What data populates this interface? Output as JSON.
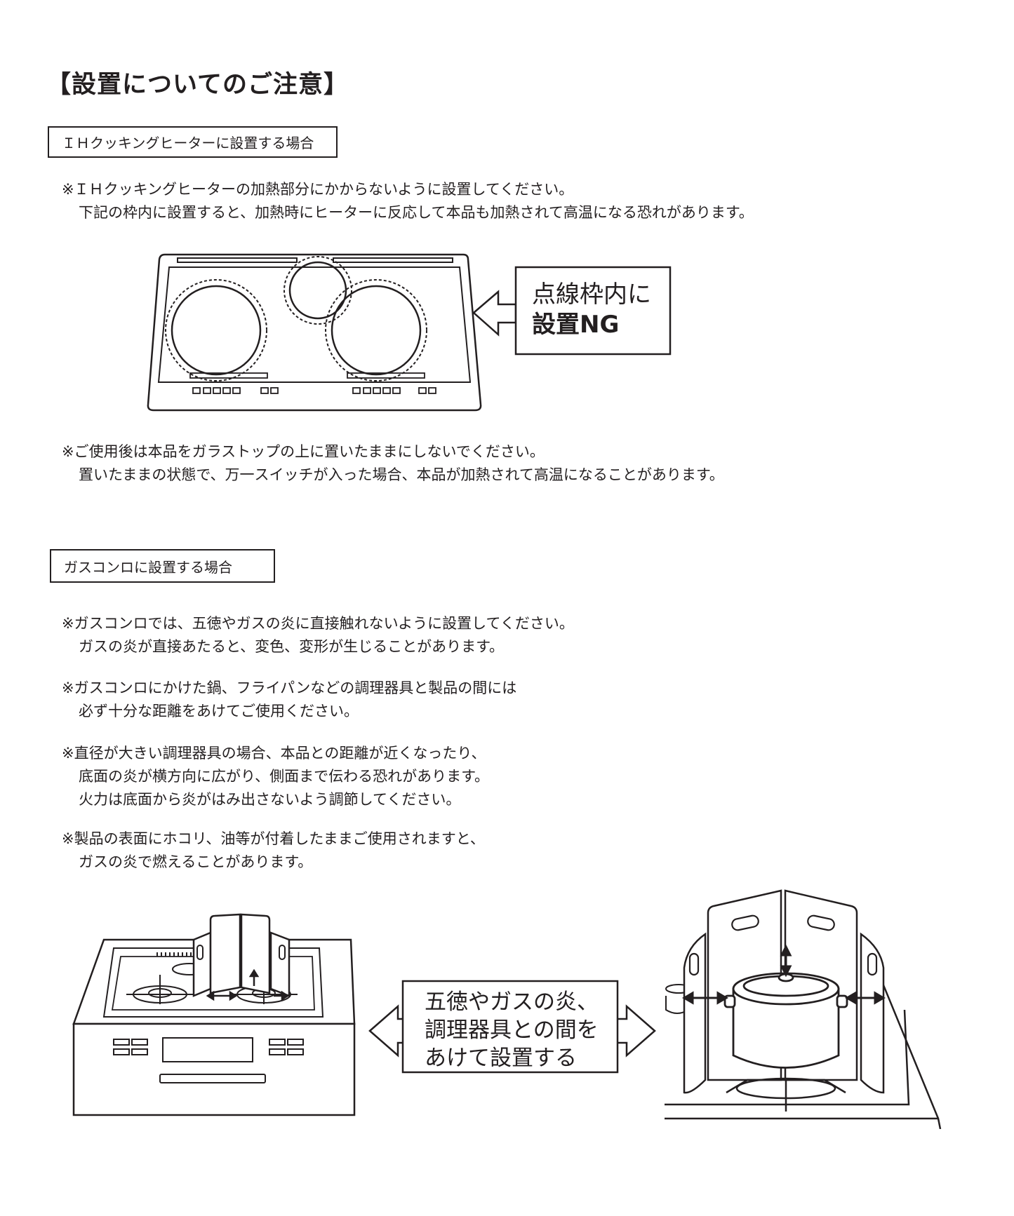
{
  "title": "【設置についてのご注意】",
  "ih_section": {
    "heading": "ＩＨクッキングヒーターに設置する場合",
    "note1": [
      "※ＩＨクッキングヒーターの加熱部分にかからないように設置してください。",
      "下記の枠内に設置すると、加熱時にヒーターに反応して本品も加熱されて高温になる恐れがあります。"
    ],
    "callout": [
      "点線枠内に",
      "設置NG"
    ],
    "note2": [
      "※ご使用後は本品をガラストップの上に置いたままにしないでください。",
      "置いたままの状態で、万一スイッチが入った場合、本品が加熱されて高温になることがあります。"
    ]
  },
  "gas_section": {
    "heading": "ガスコンロに設置する場合",
    "notes": [
      [
        "※ガスコンロでは、五徳やガスの炎に直接触れないように設置してください。",
        "ガスの炎が直接あたると、変色、変形が生じることがあります。"
      ],
      [
        "※ガスコンロにかけた鍋、フライパンなどの調理器具と製品の間には",
        "必ず十分な距離をあけてご使用ください。"
      ],
      [
        "※直径が大きい調理器具の場合、本品との距離が近くなったり、",
        "底面の炎が横方向に広がり、側面まで伝わる恐れがあります。",
        "火力は底面から炎がはみ出さないよう調節してください。"
      ],
      [
        "※製品の表面にホコリ、油等が付着したままご使用されますと、",
        "ガスの炎で燃えることがあります。"
      ]
    ],
    "callout": [
      "五徳やガスの炎、",
      "調理器具との間を",
      "あけて設置する"
    ]
  }
}
